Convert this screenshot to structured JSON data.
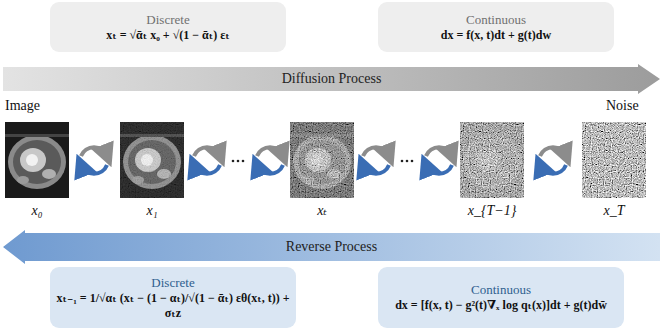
{
  "diagram": {
    "nodes": [
      {
        "text": [
          "Discrete",
          "xₜ = √ᾱₜ x₀ + √(1 − ᾱₜ) εₜ"
        ]
      },
      {
        "text": [
          "Continuous",
          "dx = f(x, t)dt + g(t)dw"
        ]
      },
      {
        "text": [
          "Diffusion Process"
        ]
      },
      {
        "text": [
          "Reverse Process"
        ]
      },
      {
        "text": [
          "Discrete",
          "xₜ₋₁ = 1/√αₜ (xₜ − (1 − αₜ)/√(1 − ᾱₜ) εθ(xₜ, t)) + σₜz"
        ]
      },
      {
        "text": [
          "Continuous",
          "dx = [f(x, t) − g²(t)∇ₓ log qₜ(x)]dt + g(t)dw̄"
        ]
      }
    ],
    "labels": [
      "Image",
      "Noise",
      "x₀",
      "x₁",
      "xₜ",
      "x_{T−1}",
      "x_T"
    ]
  }
}
